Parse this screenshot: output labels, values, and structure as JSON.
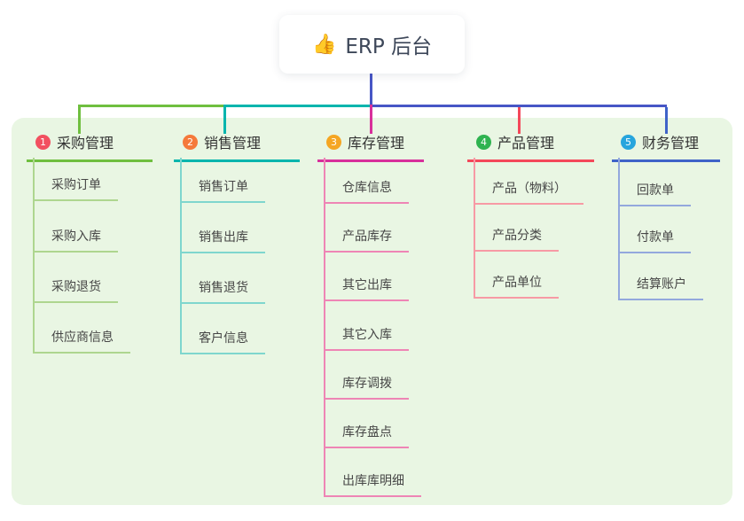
{
  "root": {
    "label": "ERP 后台",
    "icon": "👍",
    "connector_color": "#4756c6"
  },
  "canvas": {
    "panel_color": "#e9f6e3",
    "background": "#ffffff"
  },
  "branches": [
    {
      "index": "1",
      "label": "采购管理",
      "badge_color": "#f25060",
      "line_color": "#6fbf3f",
      "child_line_color": "#aed68f",
      "children": [
        "采购订单",
        "采购入库",
        "采购退货",
        "供应商信息"
      ]
    },
    {
      "index": "2",
      "label": "销售管理",
      "badge_color": "#f5793b",
      "line_color": "#00b5ad",
      "child_line_color": "#7fd6ce",
      "children": [
        "销售订单",
        "销售出库",
        "销售退货",
        "客户信息"
      ]
    },
    {
      "index": "3",
      "label": "库存管理",
      "badge_color": "#f5a623",
      "line_color": "#d8309b",
      "child_line_color": "#ee85b5",
      "children": [
        "仓库信息",
        "产品库存",
        "其它出库",
        "其它入库",
        "库存调拨",
        "库存盘点",
        "出库库明细"
      ]
    },
    {
      "index": "4",
      "label": "产品管理",
      "badge_color": "#2fb350",
      "line_color": "#f4485a",
      "child_line_color": "#f79aa5",
      "children": [
        "产品（物料）",
        "产品分类",
        "产品单位"
      ]
    },
    {
      "index": "5",
      "label": "财务管理",
      "badge_color": "#27a5dd",
      "line_color": "#3f63c8",
      "child_line_color": "#93a8dd",
      "children": [
        "回款单",
        "付款单",
        "结算账户"
      ]
    }
  ]
}
